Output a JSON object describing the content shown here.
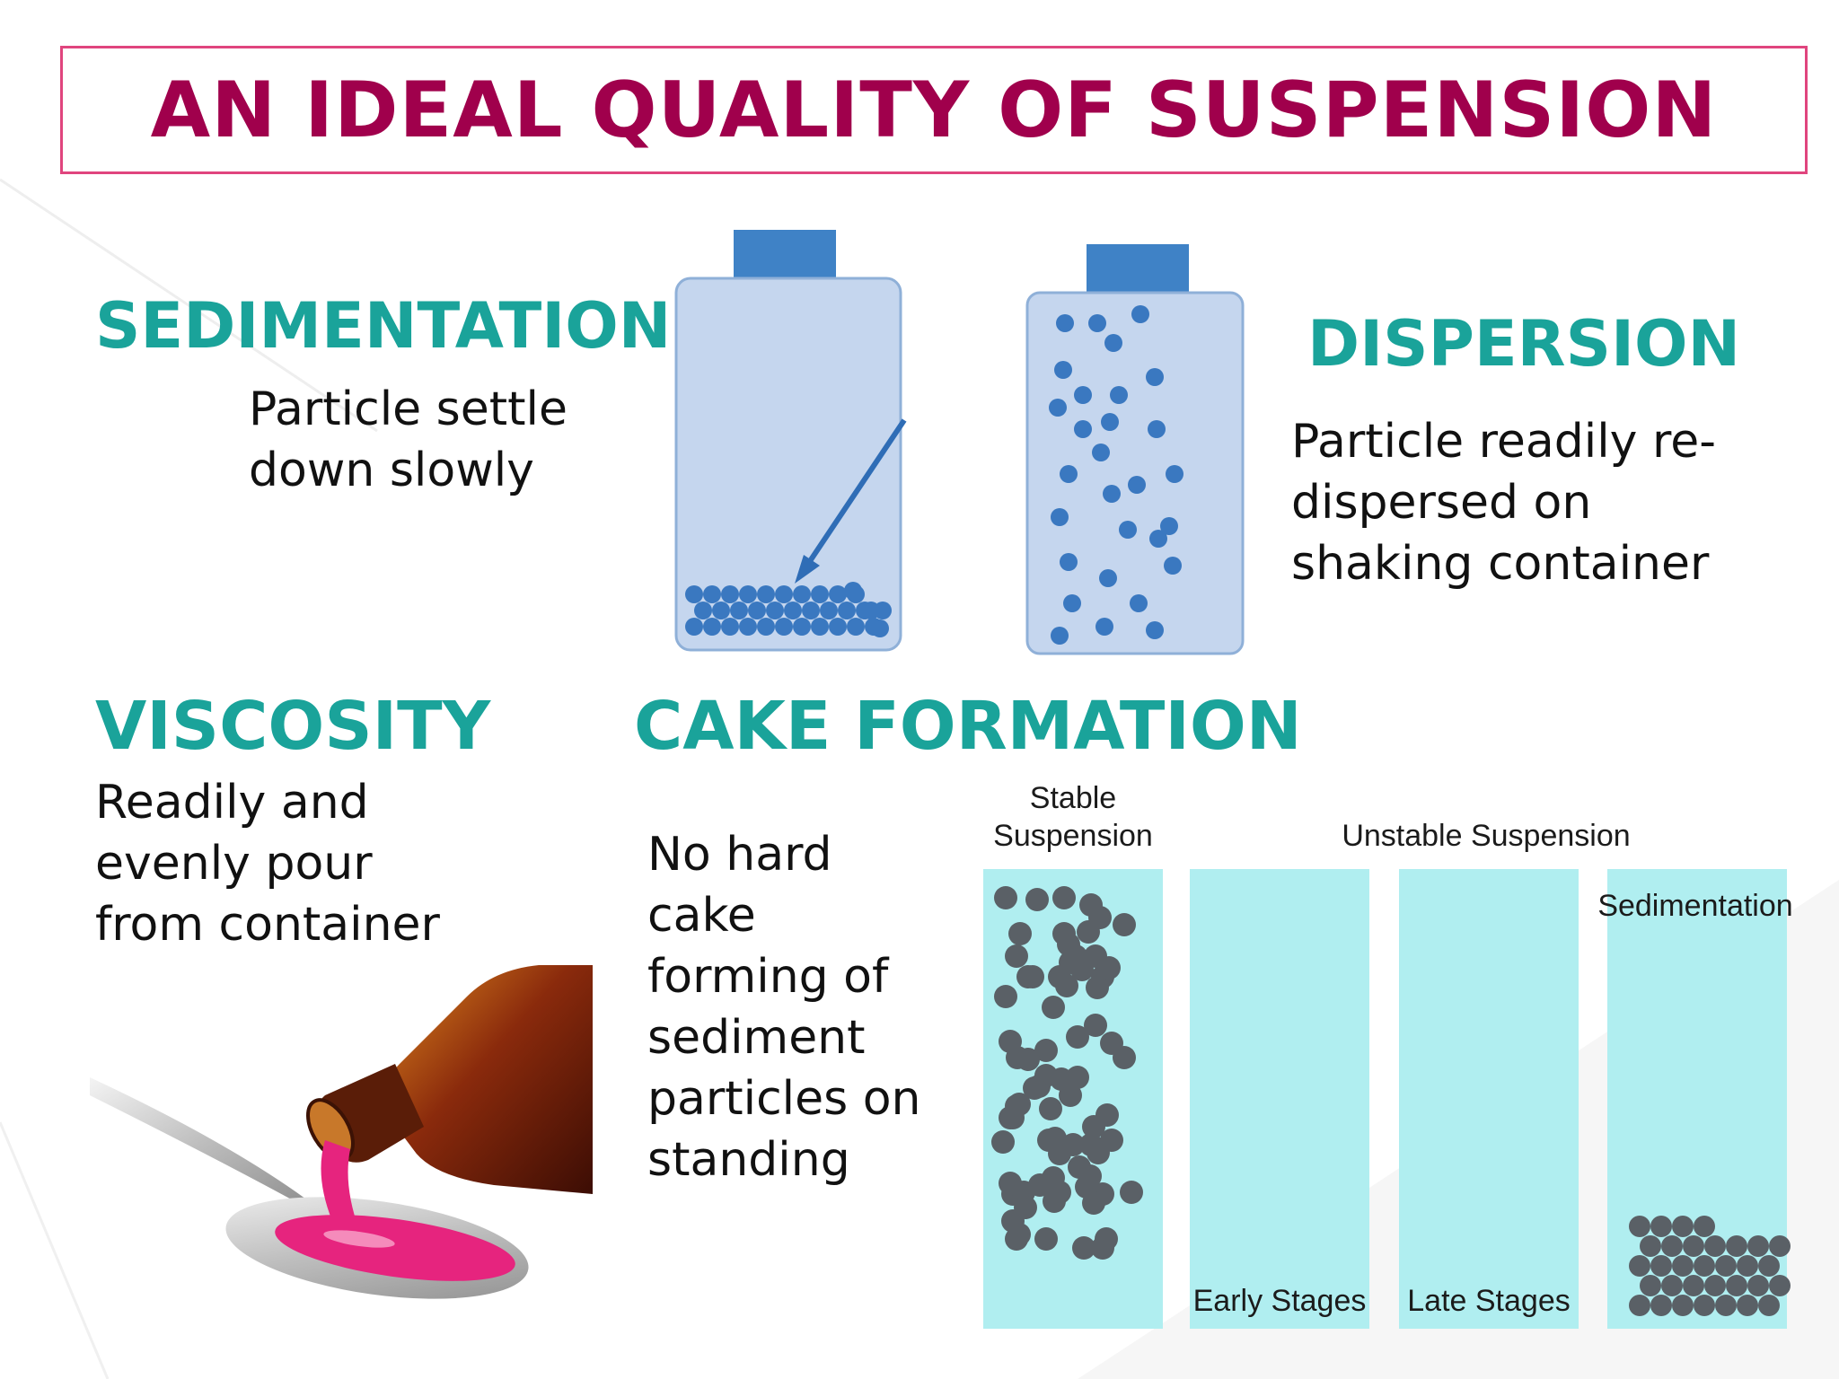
{
  "title": "AN IDEAL QUALITY OF SUSPENSION",
  "sections": {
    "sedimentation": {
      "heading": "SEDIMENTATION",
      "lines": [
        "Particle settle",
        "down slowly"
      ]
    },
    "dispersion": {
      "heading": "DISPERSION",
      "lines": [
        "Particle readily re-",
        "dispersed on",
        "shaking container"
      ]
    },
    "viscosity": {
      "heading": "VISCOSITY",
      "lines": [
        "Readily and",
        "evenly pour",
        "from container"
      ]
    },
    "cake_formation": {
      "heading": "CAKE FORMATION",
      "lines": [
        "No hard",
        "cake",
        "forming of",
        "sediment",
        "particles on",
        "standing"
      ]
    }
  },
  "diagram_labels": {
    "stable_line1": "Stable",
    "stable_line2": "Suspension",
    "unstable": "Unstable Suspension",
    "sedimentation": "Sedimentation",
    "early": "Early Stages",
    "late": "Late Stages"
  },
  "colors": {
    "title": "#a0004c",
    "title_border": "#e0457e",
    "heading": "#1aa39a",
    "bottle_fill": "#c5d6ee",
    "bottle_cap": "#3f82c6",
    "particle_blue": "#3a78c0",
    "panel_cyan": "#b0eef0",
    "particle_gray": "#5a6066",
    "syrup": "#e6247e"
  }
}
